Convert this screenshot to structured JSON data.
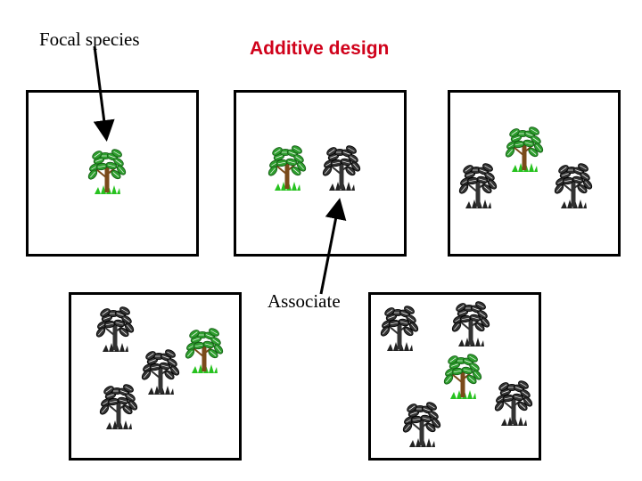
{
  "labels": {
    "focal": "Focal species",
    "title": "Additive design",
    "associate": "Associate"
  },
  "colors": {
    "title": "#d0021b",
    "focal_leaf": "#2e9e2e",
    "focal_trunk": "#7a4a1a",
    "associate": "#333333",
    "grass_focal": "#27c21f",
    "grass_associate": "#222222"
  },
  "panels": [
    {
      "name": "panel-1",
      "trees": [
        "focal"
      ]
    },
    {
      "name": "panel-2",
      "trees": [
        "focal",
        "associate"
      ]
    },
    {
      "name": "panel-3",
      "trees": [
        "focal",
        "associate",
        "associate"
      ]
    },
    {
      "name": "panel-4",
      "trees": [
        "associate",
        "associate",
        "focal",
        "associate"
      ]
    },
    {
      "name": "panel-5",
      "trees": [
        "associate",
        "associate",
        "focal",
        "associate",
        "associate"
      ]
    }
  ]
}
